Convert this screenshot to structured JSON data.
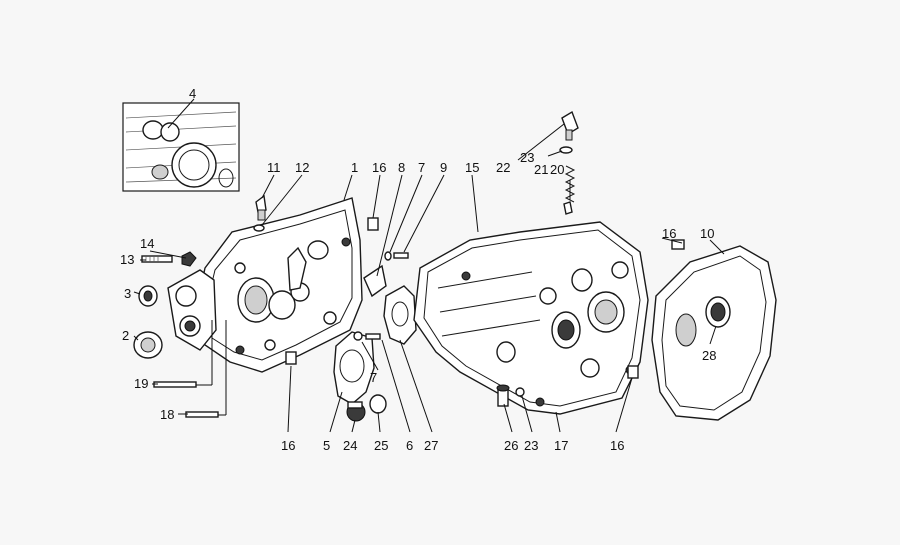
{
  "callouts": [
    "4",
    "11",
    "12",
    "1",
    "16",
    "8",
    "7",
    "9",
    "15",
    "22",
    "23",
    "21",
    "20",
    "14",
    "13",
    "3",
    "2",
    "19",
    "18",
    "16",
    "5",
    "24",
    "25",
    "6",
    "27",
    "7",
    "26",
    "23",
    "17",
    "16",
    "10",
    "28",
    "16"
  ],
  "colors": {
    "paper": "#f7f7f7",
    "line": "#1a1a1a",
    "shade": "#cfcfcf"
  }
}
